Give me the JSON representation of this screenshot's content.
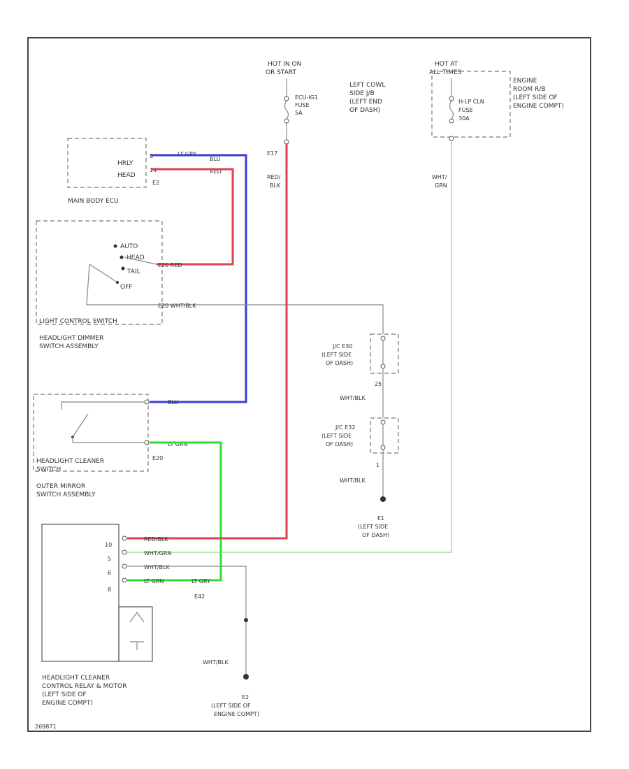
{
  "colors": {
    "red_wire": "#e04050",
    "blue_wire": "#3a3ae0",
    "green_wire": "#30e030",
    "light_green_wire": "#80e080",
    "black_wire": "#888888"
  },
  "power": {
    "ign": {
      "hot": "HOT IN ON",
      "hot2": "OR START",
      "fuse_name": "ECU-IG1",
      "fuse_word": "FUSE",
      "fuse_amp": "5A",
      "connector": "E17",
      "wire1": "RED/",
      "wire2": "BLK"
    },
    "ign_location": {
      "l1": "LEFT COWL",
      "l2": "SIDE J/B",
      "l3": "(LEFT END",
      "l4": "OF DASH)"
    },
    "batt": {
      "hot": "HOT AT",
      "hot2": "ALL TIMES",
      "fuse_name": "H-LP CLN",
      "fuse_word": "FUSE",
      "fuse_amp": "30A",
      "wire1": "WHT/",
      "wire2": "GRN"
    },
    "batt_location": {
      "l1": "ENGINE",
      "l2": "ROOM R/B",
      "l3": "(LEFT SIDE OF",
      "l4": "ENGINE COMPT)"
    }
  },
  "main_body_ecu": {
    "title": "MAIN BODY ECU",
    "pin1": "HRLY",
    "pin2": "HEAD",
    "pin1_num": "8",
    "pin2_num": "14",
    "connector": "E2",
    "wire_top": "LT GRY",
    "wire_top_right": "BLU",
    "wire_bottom_right": "RED"
  },
  "light_switch": {
    "positions": [
      "AUTO",
      "HEAD",
      "TAIL",
      "OFF"
    ],
    "pin_head_wire": "E20 RED",
    "pin_gnd_wire": "E20 WHT/BLK",
    "name": "LIGHT CONTROL SWITCH",
    "assembly_l1": "HEADLIGHT DIMMER",
    "assembly_l2": "SWITCH ASSEMBLY"
  },
  "junction1": {
    "name": "J/C E30",
    "l1": "(LEFT SIDE",
    "l2": "OF DASH)",
    "pin": "25",
    "wire": "WHT/BLK"
  },
  "junction2": {
    "name": "J/C E32",
    "l1": "(LEFT SIDE",
    "l2": "OF DASH)",
    "pin": "1",
    "wire": "WHT/BLK"
  },
  "ground_e1": {
    "name": "E1",
    "l1": "(LEFT SIDE",
    "l2": "OF DASH)"
  },
  "cleaner_switch": {
    "name_l1": "HEADLIGHT CLEANER",
    "name_l2": "SWITCH",
    "connector": "E20",
    "wire_top": "BLU",
    "wire_bottom": "LT GRN",
    "assembly_l1": "OUTER MIRROR",
    "assembly_l2": "SWITCH ASSEMBLY"
  },
  "relay_motor": {
    "pins": [
      "10",
      "5",
      "6",
      "8"
    ],
    "wires": [
      "RED/BLK",
      "WHT/GRN",
      "WHT/BLK",
      "LT GRN"
    ],
    "connector_note": "LT GRY",
    "connector": "E42",
    "name_l1": "HEADLIGHT CLEANER",
    "name_l2": "CONTROL RELAY & MOTOR",
    "name_l3": "(LEFT SIDE OF",
    "name_l4": "ENGINE COMPT)"
  },
  "ground_e2": {
    "wire": "WHT/BLK",
    "name": "E2",
    "l1": "(LEFT SIDE OF",
    "l2": "ENGINE COMPT)"
  },
  "footer": {
    "code": "269871"
  }
}
